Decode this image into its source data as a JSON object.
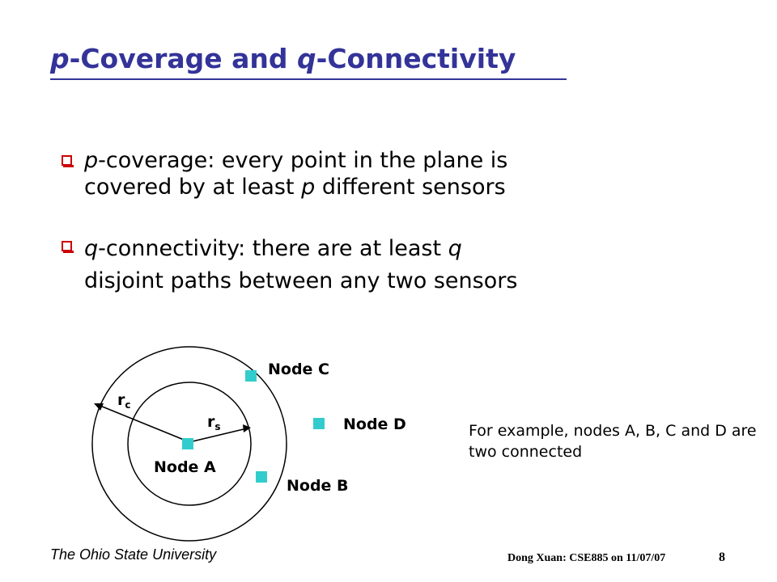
{
  "slide": {
    "title": {
      "p": "p",
      "part1": "-Coverage and ",
      "q": "q",
      "part2": "-Connectivity"
    },
    "bullets": [
      {
        "var": "p",
        "line1_rest": "-coverage: every point in the plane is",
        "line2_pre": "covered by at least ",
        "line2_var": "p",
        "line2_post": " different sensors"
      },
      {
        "var": "q",
        "line1_rest": "-connectivity: there are at least ",
        "line1_var": "q",
        "line2": "disjoint paths between any two sensors"
      }
    ],
    "diagram": {
      "node_labels": {
        "a": "Node A",
        "b": "Node B",
        "c": "Node C",
        "d": "Node D"
      },
      "radius_labels": {
        "rc_main": "r",
        "rc_sub": "c",
        "rs_main": "r",
        "rs_sub": "s"
      },
      "colors": {
        "node_fill": "#33cccc",
        "circle_stroke": "#000000",
        "circle_fill": "#ffffff"
      }
    },
    "note": "For example, nodes A, B, C and D are two connected",
    "footer": {
      "university": "The Ohio State University",
      "author": "Dong Xuan: CSE885 on 11/07/07",
      "page": "8"
    },
    "colors": {
      "title": "#333399",
      "bullet": "#cc0000"
    }
  }
}
